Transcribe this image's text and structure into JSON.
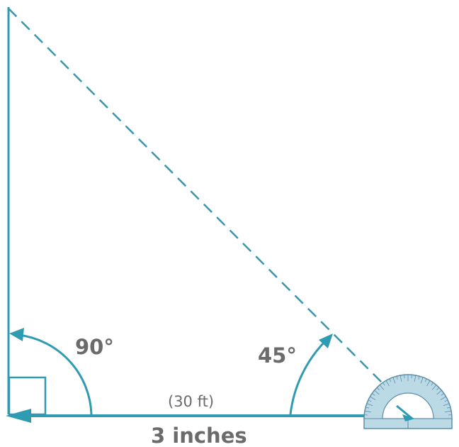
{
  "labels": {
    "right_angle": "90°",
    "measured_angle": "45°",
    "scale_note": "(30 ft)",
    "base_length": "3 inches"
  },
  "colors": {
    "line": "#2e9bb3",
    "text": "#6b6b6b",
    "protractor_fill": "#bcd9e6",
    "protractor_stroke": "#5d8fa8"
  },
  "icons": {
    "protractor": "protractor-icon",
    "arrow": "arrowhead-icon"
  }
}
